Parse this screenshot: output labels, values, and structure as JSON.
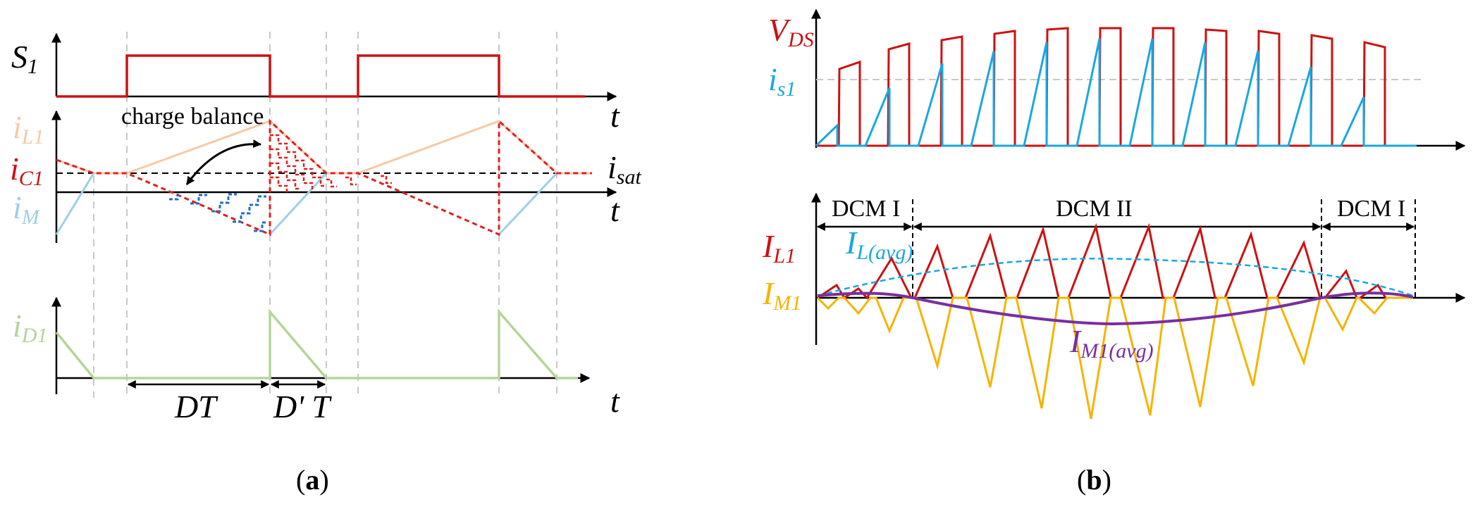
{
  "colors": {
    "red": "#cc1111",
    "red_dash": "#e02020",
    "peach": "#f6c9a4",
    "lightblue": "#9fcfe6",
    "cyan": "#1aa7e0",
    "green": "#b7d39a",
    "yellow": "#f5b400",
    "purple": "#7a2ea0",
    "blue_hatch": "#1f6fc0",
    "grey_dash": "#c8c8c8",
    "axis": "#000000"
  },
  "panel_a": {
    "caption": {
      "open": "(",
      "letter": "a",
      "close": ")"
    },
    "labels": {
      "S": "S",
      "S_sub": "1",
      "iL": "i",
      "iL_sub": "L1",
      "iC": "i",
      "iC_sub": "C1",
      "iM": "i",
      "iM_sub": "M",
      "isat": "i",
      "isat_sub": "sat",
      "iD": "i",
      "iD_sub": "D1",
      "t": "t",
      "charge_balance": "charge balance",
      "DT": "DT",
      "DpT_a": "D' T"
    }
  },
  "panel_b": {
    "caption": {
      "open": "(",
      "letter": "b",
      "close": ")"
    },
    "labels": {
      "VDS": "V",
      "VDS_sub": "DS",
      "is1": "i",
      "is1_sub": "s1",
      "IL1": "I",
      "IL1_sub": "L1",
      "IM1": "I",
      "IM1_sub": "M1",
      "ILavg": "I",
      "ILavg_sub": "L(avg)",
      "IM1avg": "I",
      "IM1avg_sub": "M1(avg)",
      "dcm1_left": "DCM I",
      "dcm2": "DCM II",
      "dcm1_right": "DCM I"
    }
  }
}
